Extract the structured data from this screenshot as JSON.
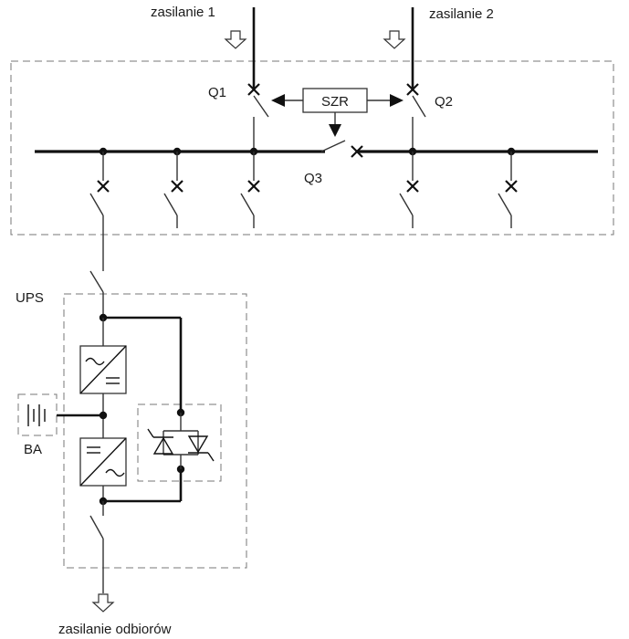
{
  "labels": {
    "supply1": "zasilanie 1",
    "supply2": "zasilanie 2",
    "q1": "Q1",
    "q2": "Q2",
    "q3": "Q3",
    "szr": "SZR",
    "ups": "UPS",
    "battery": "BA",
    "load_supply": "zasilanie odbiorów"
  },
  "components": {
    "rectifier": "AC/DC converter",
    "inverter": "DC/AC converter",
    "static_switch": "thyristor static bypass switch",
    "battery": "battery bank"
  },
  "colors": {
    "line": "#111111",
    "enclosure": "#777777",
    "background": "#ffffff"
  }
}
